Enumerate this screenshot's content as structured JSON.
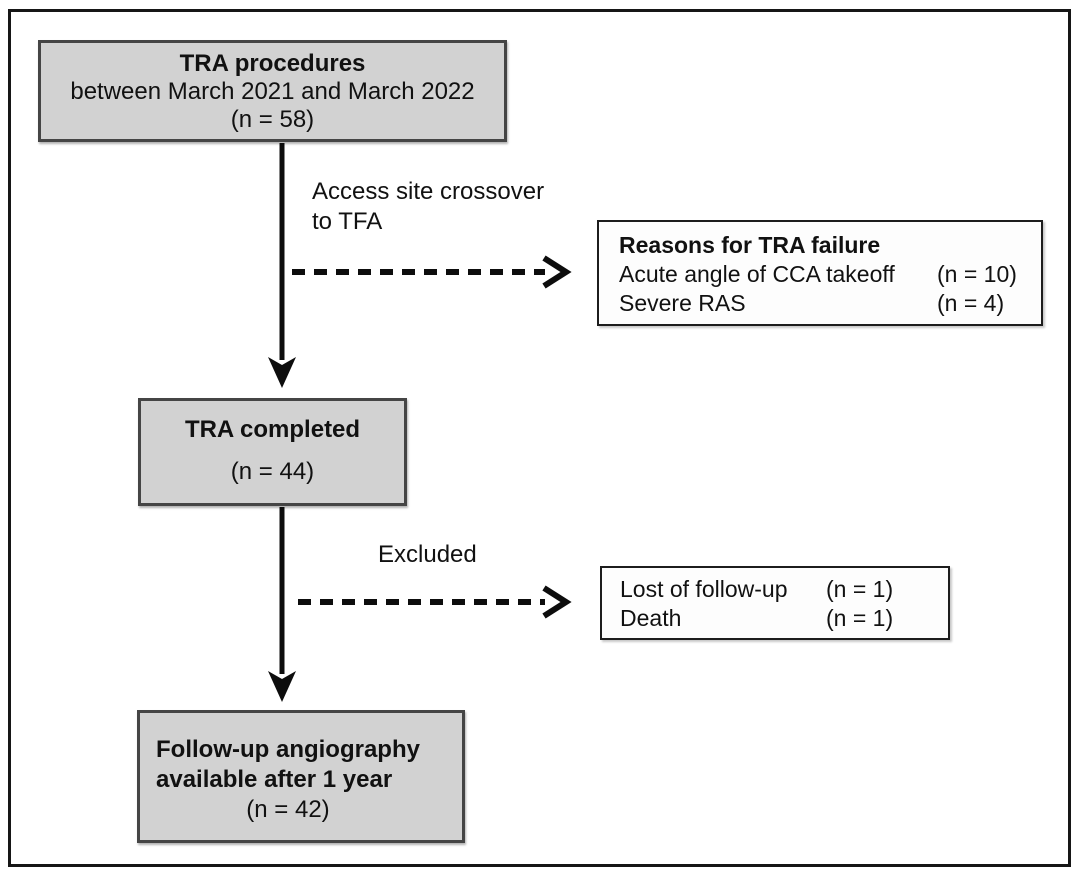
{
  "figure": {
    "type": "flowchart",
    "nodes": {
      "tra_procedures": {
        "title": "TRA procedures",
        "subtitle": "between March 2021 and March 2022",
        "count": "(n = 58)"
      },
      "reasons_failure": {
        "title": "Reasons for TRA failure",
        "rows": [
          {
            "label": "Acute angle of CCA takeoff",
            "count": "(n = 10)"
          },
          {
            "label": "Severe RAS",
            "count": "(n = 4)"
          }
        ]
      },
      "tra_completed": {
        "title": "TRA completed",
        "count": "(n = 44)"
      },
      "excluded_reasons": {
        "rows": [
          {
            "label": "Lost of follow-up",
            "count": "(n = 1)"
          },
          {
            "label": "Death",
            "count": "(n = 1)"
          }
        ]
      },
      "followup_angiography": {
        "title_line1": "Follow-up angiography",
        "title_line2": "available after 1 year",
        "count": "(n = 42)"
      }
    },
    "edge_labels": {
      "crossover_line1": "Access site crossover",
      "crossover_line2": "to TFA",
      "excluded": "Excluded"
    },
    "colors": {
      "node_fill": "#d2d2d2",
      "node_border": "#454545",
      "white_node_border": "#1d1d1d",
      "arrow": "#0d0d0d",
      "frame": "#161616"
    }
  }
}
